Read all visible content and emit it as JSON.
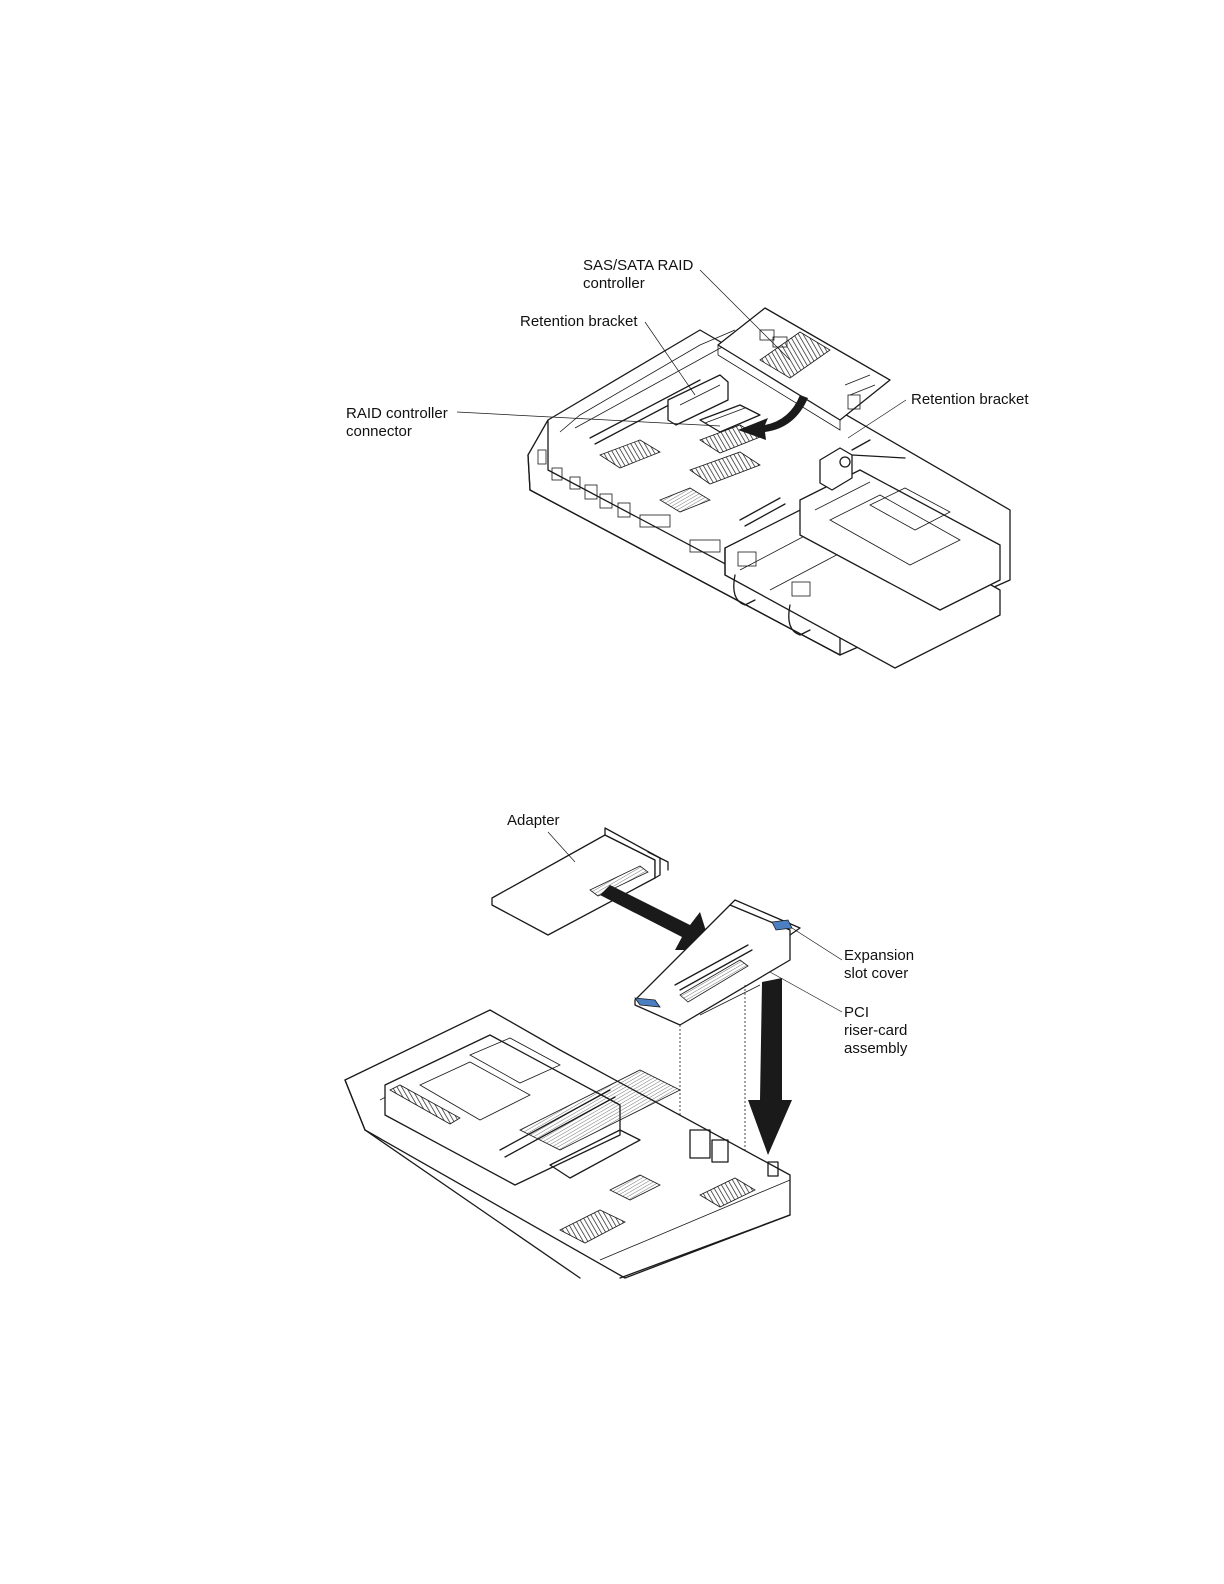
{
  "figures": [
    {
      "labels": {
        "sas_sata_raid_controller": "SAS/SATA RAID\ncontroller",
        "retention_bracket_left": "Retention bracket",
        "raid_controller_connector": "RAID controller\nconnector",
        "retention_bracket_right": "Retention bracket"
      }
    },
    {
      "labels": {
        "adapter": "Adapter",
        "expansion_slot_cover": "Expansion\nslot cover",
        "pci_riser_card_assembly": "PCI\nriser-card\nassembly"
      }
    }
  ],
  "colors": {
    "line": "#1a1a1a",
    "tab_blue": "#4a7fc1",
    "background": "#ffffff"
  }
}
